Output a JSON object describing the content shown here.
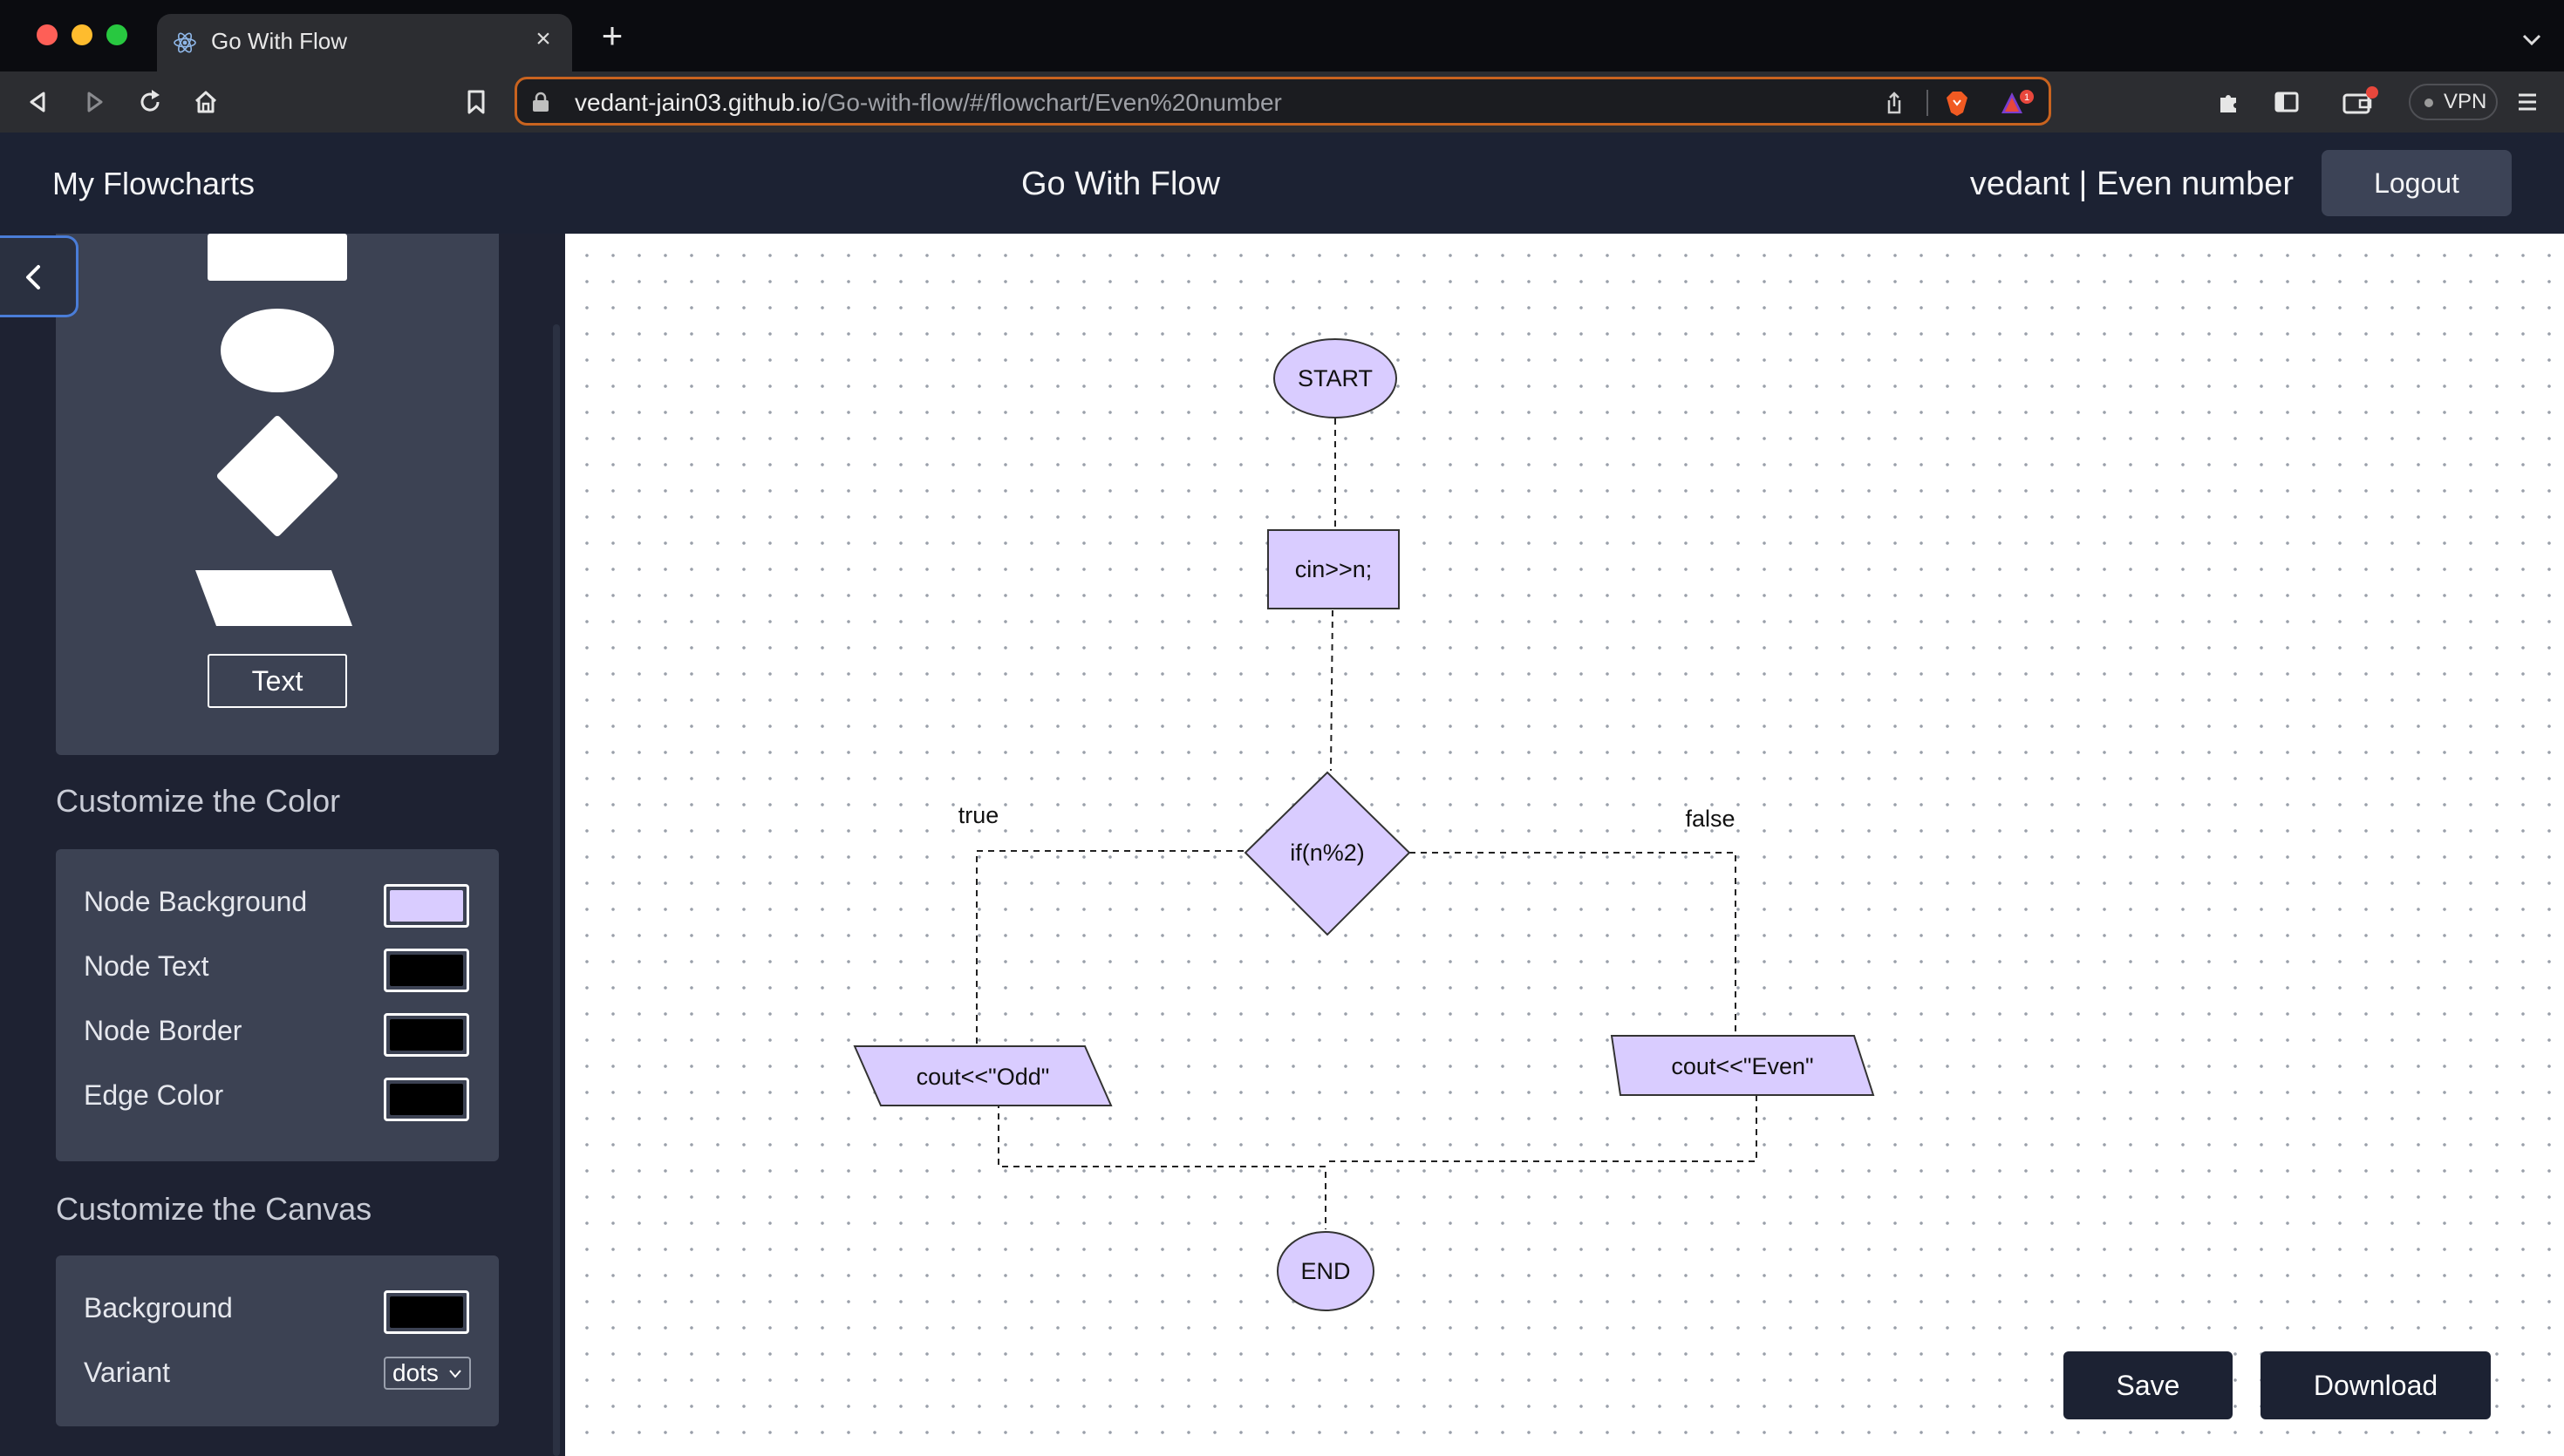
{
  "browser": {
    "tab_title": "Go With Flow",
    "url_host": "vedant-jain03.github.io",
    "url_path": "/Go-with-flow/#/flowchart/Even%20number",
    "vpn_label": "VPN",
    "notification_count": "1"
  },
  "header": {
    "brand": "My Flowcharts",
    "title": "Go With Flow",
    "user_info": "vedant | Even number",
    "logout_label": "Logout"
  },
  "sidebar": {
    "shapes": [
      "rectangle",
      "ellipse",
      "diamond",
      "parallelogram"
    ],
    "text_button": "Text",
    "color_section_title": "Customize the Color",
    "colors": [
      {
        "label": "Node Background",
        "value": "#d9ccff"
      },
      {
        "label": "Node Text",
        "value": "#000000"
      },
      {
        "label": "Node Border",
        "value": "#000000"
      },
      {
        "label": "Edge Color",
        "value": "#000000"
      }
    ],
    "canvas_section_title": "Customize the Canvas",
    "canvas_settings": {
      "background_label": "Background",
      "background_value": "#000000",
      "variant_label": "Variant",
      "variant_value": "dots"
    }
  },
  "flowchart": {
    "nodes": [
      {
        "id": "start",
        "shape": "ellipse",
        "label": "START"
      },
      {
        "id": "input",
        "shape": "rectangle",
        "label": "cin>>n;"
      },
      {
        "id": "decision",
        "shape": "diamond",
        "label": "if(n%2)"
      },
      {
        "id": "odd",
        "shape": "parallelogram",
        "label": "cout<<\"Odd\""
      },
      {
        "id": "even",
        "shape": "parallelogram",
        "label": "cout<<\"Even\""
      },
      {
        "id": "end",
        "shape": "ellipse",
        "label": "END"
      }
    ],
    "edges": [
      {
        "from": "start",
        "to": "input",
        "label": ""
      },
      {
        "from": "input",
        "to": "decision",
        "label": ""
      },
      {
        "from": "decision",
        "to": "odd",
        "label": "true"
      },
      {
        "from": "decision",
        "to": "even",
        "label": "false"
      },
      {
        "from": "odd",
        "to": "end",
        "label": ""
      },
      {
        "from": "even",
        "to": "end",
        "label": ""
      }
    ]
  },
  "actions": {
    "save_label": "Save",
    "download_label": "Download"
  },
  "colors": {
    "node_fill": "#d9ccff",
    "accent": "#c9631f"
  }
}
